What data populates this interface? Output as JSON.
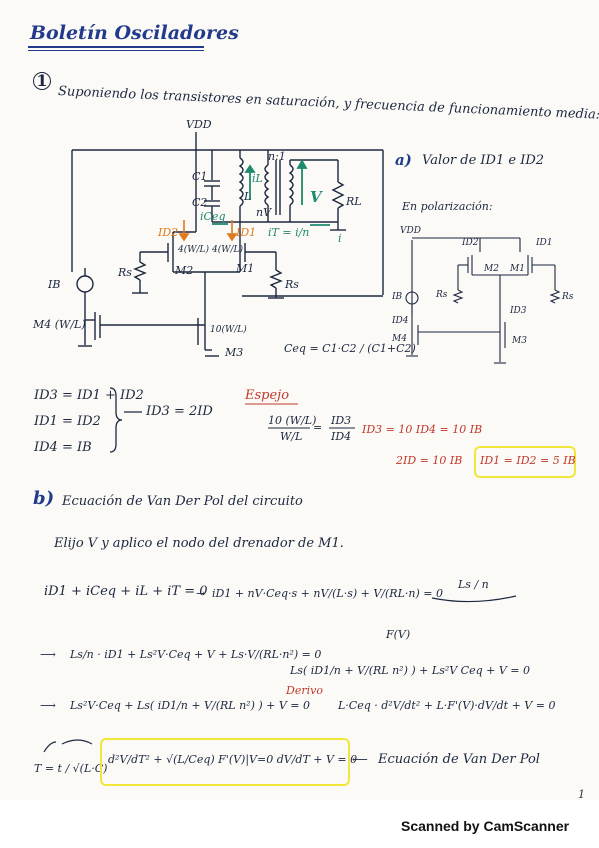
{
  "header": {
    "title": "Boletín Osciladores"
  },
  "problem1": {
    "number": "1",
    "statement": "Suponiendo los transistores en saturación, y frecuencia de funcionamiento media:"
  },
  "circuit": {
    "vdd": "VDD",
    "turns": "n:1",
    "c1": "C1",
    "c2": "C2",
    "il": "iL",
    "l_label": "L",
    "nv": "nV",
    "v": "V",
    "rl": "RL",
    "iceq": "iCeq",
    "it": "iT = i/n",
    "i": "i",
    "id2": "ID2",
    "id1": "ID1",
    "m2_size": "4(W/L)",
    "m1_size": "4(W/L)",
    "m2": "M2",
    "m1": "M1",
    "rs_left": "Rs",
    "rs_right": "Rs",
    "ib": "IB",
    "m4": "M4 (W/L)",
    "m3_size": "10(W/L)",
    "m3": "M3",
    "ceq": "Ceq = C1·C2 / (C1+C2)"
  },
  "part_a": {
    "label": "a)",
    "question": "Valor de ID1 e ID2",
    "polarizacion": "En polarización:",
    "small_circuit": {
      "vdd": "VDD",
      "id2": "ID2",
      "id1": "ID1",
      "m2": "M2",
      "m1": "M1",
      "rs_left": "Rs",
      "rs_right": "Rs",
      "ib": "IB",
      "id4": "ID4",
      "m4": "M4",
      "id3": "ID3",
      "m3": "M3"
    },
    "equations": {
      "eq1": "ID3 = ID1 + ID2",
      "eq2": "ID1 = ID2",
      "eq3": "ID4 = IB",
      "result": "ID3 = 2ID",
      "espejo_title": "Espejo",
      "espejo_frac_left_num": "10 (W/L)",
      "espejo_frac_left_den": "W/L",
      "espejo_frac_right_num": "ID3",
      "espejo_frac_right_den": "ID4",
      "espejo_result": "ID3 = 10 ID4 = 10 IB",
      "espejo_line2": "2ID = 10 IB",
      "final_boxed": "ID1 = ID2 = 5 IB"
    }
  },
  "part_b": {
    "label": "b)",
    "question": "Ecuación de Van Der Pol del circuito",
    "line1": "Elijo V y aplico el nodo del drenador de M1.",
    "eq_kcl": "iD1 + iCeq + iL + iT = 0",
    "eq_sub": "iD1 + nV·Ceq·s + nV/(L·s) + V/(RL·n) = 0",
    "side_mult": "Ls / n",
    "eq_mult_left": "Ls/n · iD1 + Ls²V·Ceq + V + Ls·V/(RL·n²) = 0",
    "fv_label": "F(V)",
    "eq_mult_right": "Ls( iD1/n + V/(RL n²) ) + Ls²V Ceq + V = 0",
    "eq_next": "Ls²V·Ceq + Ls( iD1/n + V/(RL n²) ) + V = 0",
    "derivo": "Derivo",
    "eq_deriv": "L·Ceq · d²V/dt² + L·F'(V)·dV/dt + V = 0",
    "time_scale": "T = t / √(L·C)",
    "vdp_boxed": "d²V/dT² + √(L/Ceq) F'(V)|V=0 dV/dT + V = 0",
    "vdp_label": "Ecuación de Van Der Pol"
  },
  "footer": {
    "scanner": "Scanned by CamScanner",
    "page": "1"
  }
}
